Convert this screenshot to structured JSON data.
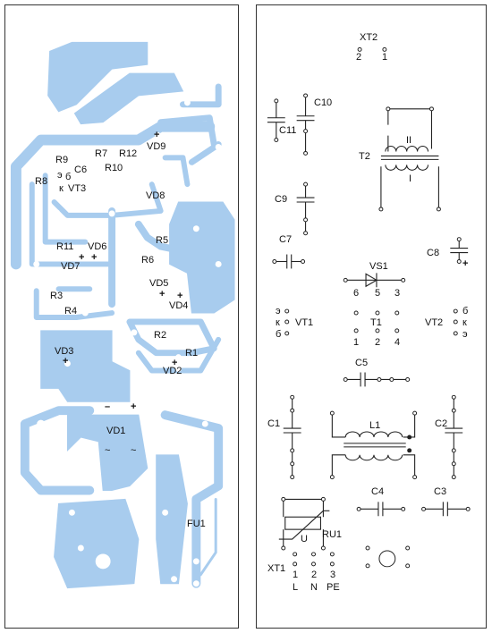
{
  "left_board": {
    "labels": {
      "vd9": "VD9",
      "r7": "R7",
      "r12": "R12",
      "r10": "R10",
      "r9": "R9",
      "c6": "C6",
      "e": "э",
      "b": "б",
      "r8": "R8",
      "k": "к",
      "vt3": "VT3",
      "vd8": "VD8",
      "r5": "R5",
      "r11": "R11",
      "vd6": "VD6",
      "vd7": "VD7",
      "r6": "R6",
      "vd5": "VD5",
      "r3": "R3",
      "vd4": "VD4",
      "r4": "R4",
      "r2": "R2",
      "vd3": "VD3",
      "r1": "R1",
      "vd2": "VD2",
      "vd1": "VD1",
      "fu1": "FU1",
      "plus1": "+",
      "plus2": "+",
      "plus3": "+",
      "plus4": "+",
      "plus5": "+",
      "plus6": "+",
      "plus7": "+",
      "minus": "–",
      "ac1": "~",
      "ac2": "~"
    }
  },
  "right_board": {
    "labels": {
      "xt2": "XT2",
      "xt2_p2": "2",
      "xt2_p1": "1",
      "c10": "C10",
      "c11": "C11",
      "winding2": "II",
      "t2": "T2",
      "winding1": "I",
      "c9": "C9",
      "c7": "C7",
      "c8": "C8",
      "c8_plus": "+",
      "vs1": "VS1",
      "t1_p6": "6",
      "t1_p5": "5",
      "t1_p3": "3",
      "t1": "T1",
      "t1_p1": "1",
      "t1_p2": "2",
      "t1_p4": "4",
      "vt1_e": "э",
      "vt1_k": "к",
      "vt1_b": "б",
      "vt1": "VT1",
      "vt2_b": "б",
      "vt2_k": "к",
      "vt2_e": "э",
      "vt2": "VT2",
      "c5": "C5",
      "c1": "C1",
      "l1": "L1",
      "c2": "C2",
      "c4": "C4",
      "c3": "C3",
      "ru1": "RU1",
      "u": "U",
      "xt1": "XT1",
      "xt1_p1": "1",
      "xt1_p2": "2",
      "xt1_p3": "3",
      "l": "L",
      "n": "N",
      "pe": "PE"
    }
  }
}
